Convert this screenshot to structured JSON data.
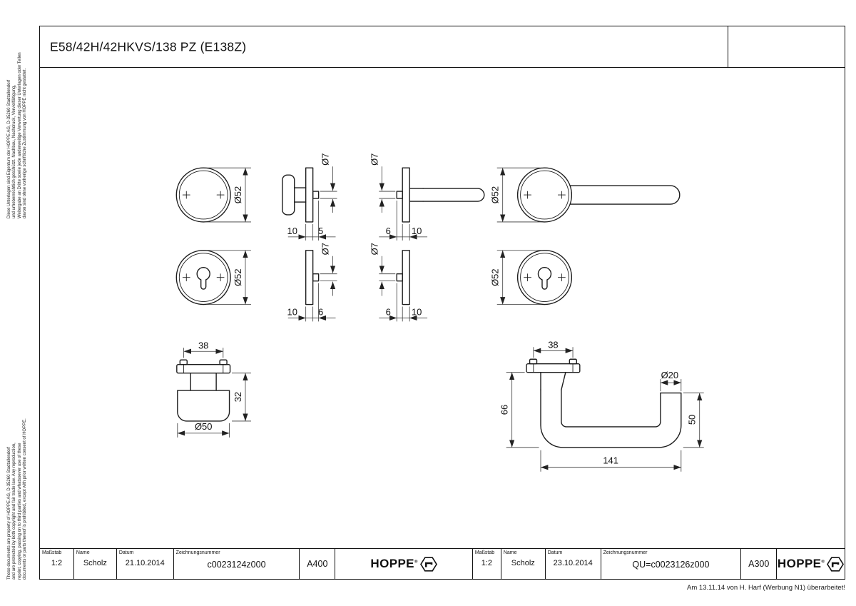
{
  "title": "E58/42H/42HKVS/138 PZ (E138Z)",
  "legal": {
    "de": [
      "Diese Unterlagen sind Eigentum der HOPPE AG, D-35260 Stadtallendorf",
      "und urheberrechtlich geschützt. Nachbau, Nachdruck, Vervielfältigung,",
      "Weitergabe an Dritte sowie jede anderweitige Verwertung dieser Unterlagen oder Teilen",
      "davon sind ohne vorherige schriftliche Zustimmung von HOPPE nicht gestattet."
    ],
    "en": [
      "These documents are property of HOPPE AG, D-35260 Stadtallendorf",
      "and are protected by both copyright and fair trade law. Any reproduction,",
      "reprint, copying, passing on to third parties and whatsoever use of these",
      "documents or parts thereof is prohibited, except with prior written consent of HOPPE."
    ]
  },
  "dims": {
    "rose_plain_dia": "Ø52",
    "knob_side_spindle": "Ø7",
    "knob_side_plate": "10",
    "knob_side_stub": "5",
    "lever_side_spindle": "Ø7",
    "lever_side_stub": "6",
    "lever_side_plate": "10",
    "lever_top_dia": "Ø52",
    "pz_left_dia": "Ø52",
    "pz_side_left_spindle": "Ø7",
    "pz_side_left_plate": "10",
    "pz_side_left_stub": "6",
    "pz_side_right_spindle": "Ø7",
    "pz_side_right_stub": "6",
    "pz_side_right_plate": "10",
    "pz_right_dia": "Ø52",
    "knob_front_screws": "38",
    "knob_front_height": "32",
    "knob_front_dia": "Ø50",
    "lever_front_screws": "38",
    "lever_front_grip": "Ø20",
    "lever_front_height": "66",
    "lever_front_end": "50",
    "lever_front_length": "141"
  },
  "titleblock": {
    "labels": {
      "scale": "Maßstab",
      "name": "Name",
      "date": "Datum",
      "number": "Zeichnungsnummer"
    },
    "left": {
      "scale": "1:2",
      "name": "Scholz",
      "date": "21.10.2014",
      "number": "c0023124z000",
      "format": "A400"
    },
    "right": {
      "scale": "1:2",
      "name": "Scholz",
      "date": "23.10.2014",
      "number": "QU=c0023126z000",
      "format": "A300"
    },
    "brand": "HOPPE",
    "registered": "®"
  },
  "footer": {
    "note": "Am 13.11.14 von H. Harf (Werbung N1) überarbeitet!"
  }
}
